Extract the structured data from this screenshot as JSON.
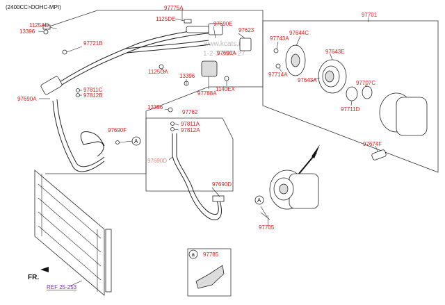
{
  "header": {
    "title": "(2400CC>DOHC-MPI)"
  },
  "labels": {
    "l97775A": "97775A",
    "l1125DE": "1125DE",
    "l97690E": "97690E",
    "l97623": "97623",
    "l97690A_top": "97690A",
    "l1125GA": "1125GA",
    "l13396_mid": "13396",
    "l97788A": "97788A",
    "l1140EX": "1140EX",
    "l1125AD": "1125AD",
    "l13396_tl": "13396",
    "l97721B": "97721B",
    "l97811C": "97811C",
    "l97812B": "97812B",
    "l97690A_left": "97690A",
    "l97690F": "97690F",
    "l13396_ctr": "13396",
    "l97762": "97762",
    "l97811A": "97811A",
    "l97812A": "97812A",
    "l97690D_gray": "97690D",
    "l97690D": "97690D",
    "l97705": "97705",
    "l97785": "97785",
    "l97701": "97701",
    "l97743A": "97743A",
    "l97644C": "97644C",
    "l97643E": "97643E",
    "l97714A": "97714A",
    "l97643A": "97643A",
    "l97707C": "97707C",
    "l97711D": "97711D",
    "l97674F": "97674F",
    "callout_a1": "A",
    "callout_a2": "A",
    "callout_a3": "a",
    "fr": "FR.",
    "ref": "REF 25-253"
  },
  "watermark": [
    "www.kcats.ru",
    "1-2-3-25/0-27"
  ],
  "colors": {
    "label": "#d42020",
    "line": "#222222",
    "ref": "#7a2fb5"
  }
}
